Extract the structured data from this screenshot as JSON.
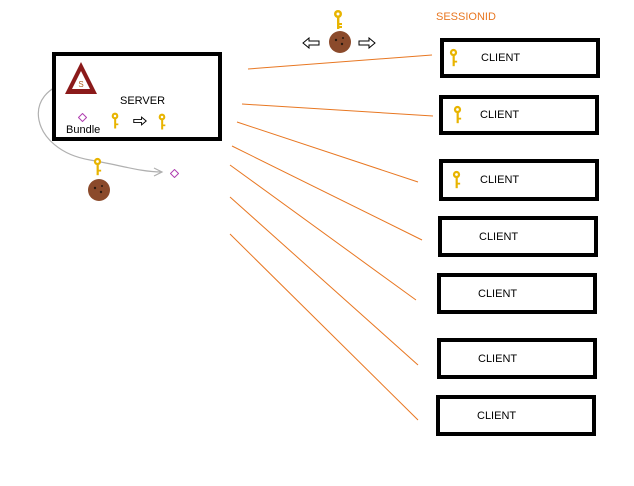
{
  "header": {
    "sessionid_label": "SESSIONID"
  },
  "server": {
    "label": "SERVER",
    "bundle_label": "Bundle",
    "triangle_symbol": "S"
  },
  "clients": [
    {
      "label": "CLIENT",
      "has_key": true
    },
    {
      "label": "CLIENT",
      "has_key": true
    },
    {
      "label": "CLIENT",
      "has_key": true
    },
    {
      "label": "CLIENT",
      "has_key": false
    },
    {
      "label": "CLIENT",
      "has_key": false
    },
    {
      "label": "CLIENT",
      "has_key": false
    },
    {
      "label": "CLIENT",
      "has_key": false
    }
  ],
  "colors": {
    "connector": "#e87722",
    "sessionid_text": "#e87722",
    "key": "#e8b400",
    "cookie": "#8b4a2b",
    "triangle": "#8b1a1a",
    "arrow_gray": "#b0b0b0",
    "diamond": "#b040b0"
  },
  "icons": [
    "key-icon",
    "cookie-icon",
    "warning-triangle-icon",
    "arrow-left-icon",
    "arrow-right-icon",
    "diamond-icon"
  ]
}
